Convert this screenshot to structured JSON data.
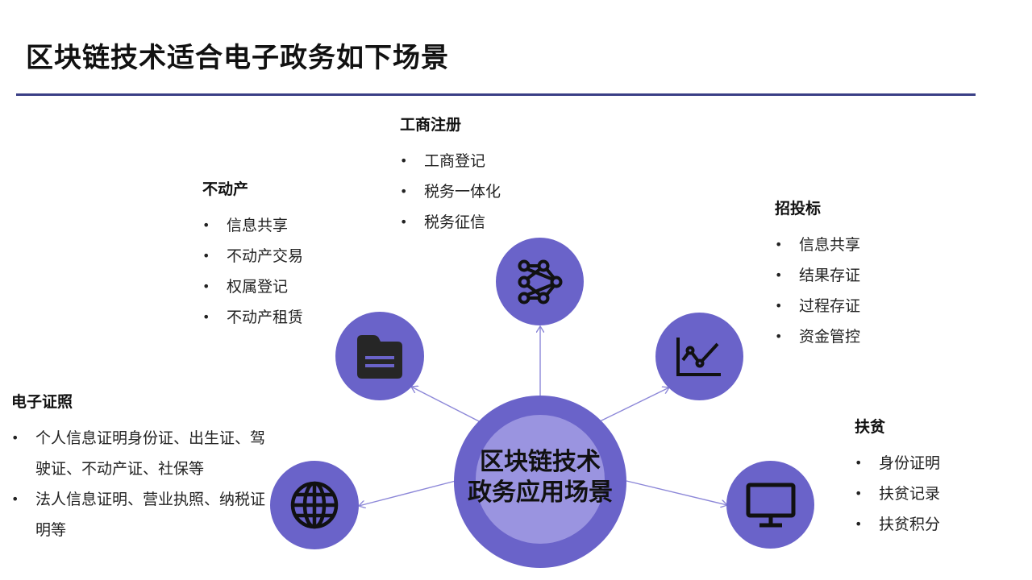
{
  "page": {
    "title": "区块链技术适合电子政务如下场景"
  },
  "center": {
    "line1": "区块链技术",
    "line2": "政务应用场景"
  },
  "colors": {
    "node": "#6a63c9",
    "center_inner": "#9a94e0",
    "rule": "#3a3f86",
    "connector": "#8c87d8"
  },
  "groups": {
    "gongshang": {
      "title": "工商注册",
      "icon": "network-graph-icon",
      "items": [
        "工商登记",
        "税务一体化",
        "税务征信"
      ]
    },
    "budongchan": {
      "title": "不动产",
      "icon": "folder-icon",
      "items": [
        "信息共享",
        "不动产交易",
        "权属登记",
        "不动产租赁"
      ]
    },
    "zhaotoubiao": {
      "title": "招投标",
      "icon": "line-chart-icon",
      "items": [
        "信息共享",
        "结果存证",
        "过程存证",
        "资金管控"
      ]
    },
    "dianzizhengzhao": {
      "title": "电子证照",
      "icon": "globe-icon",
      "items": [
        "个人信息证明身份证、出生证、驾驶证、不动产证、社保等",
        "法人信息证明、营业执照、纳税证明等"
      ]
    },
    "fupin": {
      "title": "扶贫",
      "icon": "monitor-icon",
      "items": [
        "身份证明",
        "扶贫记录",
        "扶贫积分"
      ]
    }
  }
}
